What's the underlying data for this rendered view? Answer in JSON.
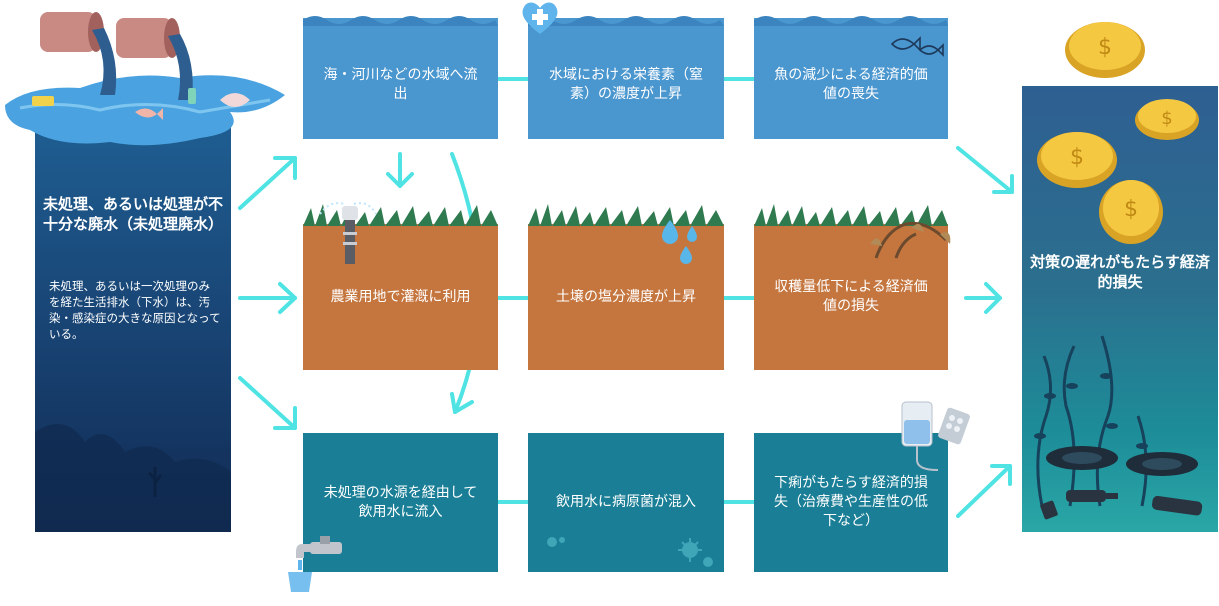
{
  "source": {
    "title": "未処理、あるいは処理が不十分な廃水（未処理廃水）",
    "description": "未処理、あるいは一次処理のみを経た生活排水（下水）は、汚染・感染症の大きな原因となっている。"
  },
  "rows": [
    {
      "theme": "water",
      "boxes": [
        "海・河川などの水域へ流出",
        "水域における栄養素（窒素）の濃度が上昇",
        "魚の減少による経済的価値の喪失"
      ]
    },
    {
      "theme": "soil",
      "boxes": [
        "農業用地で灌漑に利用",
        "土壌の塩分濃度が上昇",
        "収穫量低下による経済価値の損失"
      ]
    },
    {
      "theme": "drinking",
      "boxes": [
        "未処理の水源を経由して飲用水に流入",
        "飲用水に病原菌が混入",
        "下痢がもたらす経済的損失（治療費や生産性の低下など）"
      ]
    }
  ],
  "outcome": {
    "title": "対策の遅れがもたらす経済的損失"
  },
  "colors": {
    "water": "#4a96cf",
    "soil": "#c5763f",
    "drinking": "#197e96",
    "arrow": "#4fe3e3",
    "source_panel": "#1f5e92",
    "coin": "#f2c23a"
  },
  "icons": [
    "pipe-icon",
    "fish-icon",
    "health-cross-icon",
    "water-drop-icon",
    "plant-icon",
    "sprinkler-icon",
    "faucet-icon",
    "germ-icon",
    "iv-bag-icon",
    "pill-pack-icon",
    "coin-icon",
    "seaweed-icon",
    "tire-icon",
    "bottle-icon"
  ]
}
